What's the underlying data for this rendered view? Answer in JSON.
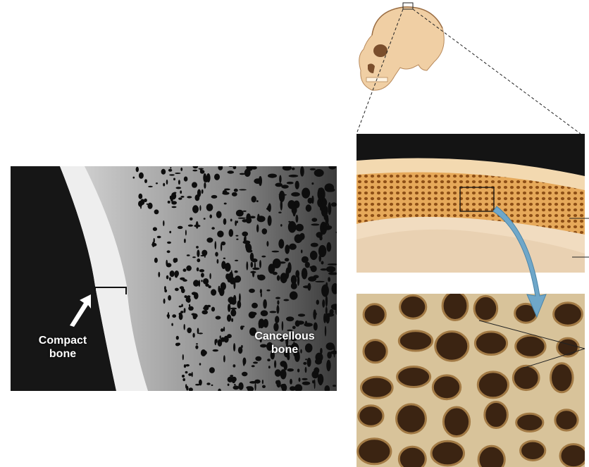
{
  "left_panel": {
    "compact_label": "Compact bone",
    "cancellous_label": "Cancellous bone"
  },
  "colors": {
    "bone_cream": "#f3d9b0",
    "spongy_orange": "#e7a85a",
    "arrow_blue": "#6fa7c9",
    "closeup_brown": "#8a6a3a"
  },
  "icons": [
    "skull-illustration",
    "magnify-arrow-icon"
  ]
}
